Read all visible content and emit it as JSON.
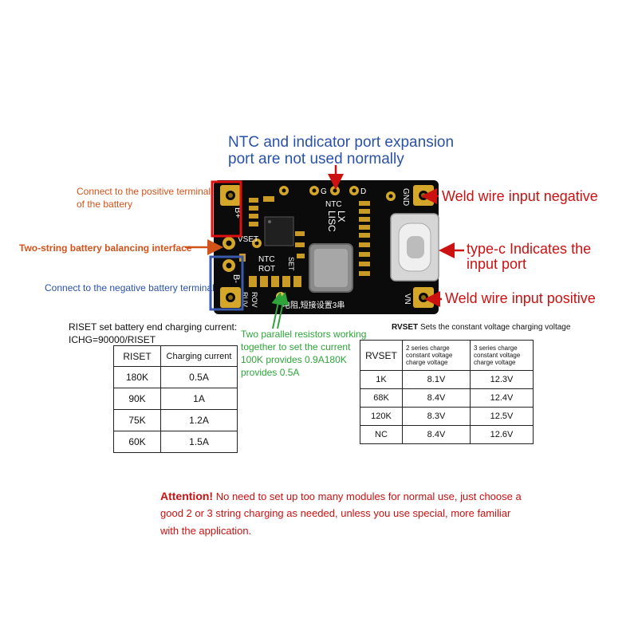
{
  "colors": {
    "board": "#0b0b0b",
    "pad_gold": "#d4a62a",
    "note_blue": "#2a52a8",
    "note_red": "#cc1111",
    "note_orange": "#d2531a",
    "note_green": "#2ea43a",
    "box_red": "#dd1111",
    "box_blue": "#3a5aa8"
  },
  "labels": {
    "ntc_line1": "NTC and indicator port expansion",
    "ntc_line2": "port are not used normally",
    "pos_line1": "Connect to the positive terminal",
    "pos_line2": "of the battery",
    "balance": "Two-string battery balancing interface",
    "neg": "Connect to the negative battery terminal",
    "weld_neg": "Weld wire input negative",
    "typec_line1": "type-c Indicates the",
    "typec_line2": "input port",
    "weld_pos": "Weld wire input positive"
  },
  "board": {
    "b_plus": "B+",
    "b_minus": "B-",
    "vset": "VSET",
    "ntc_top": "NTC",
    "g": "G",
    "d": "D",
    "gnd": "GND",
    "lx": "LX",
    "lisc": "LISC",
    "ntc_mid": "NTC",
    "rot": "ROT",
    "set": "SET",
    "ruv": "RUV",
    "rov": "ROV",
    "vn": "VN",
    "cn_text": "电阻,短接设置3串"
  },
  "riset": {
    "title1": "RISET set battery end charging current:",
    "title2": "ICHG=90000/RISET",
    "headers": [
      "RISET",
      "Charging current"
    ],
    "rows": [
      [
        "180K",
        "0.5A"
      ],
      [
        "90K",
        "1A"
      ],
      [
        "75K",
        "1.2A"
      ],
      [
        "60K",
        "1.5A"
      ]
    ]
  },
  "parallel": {
    "line1": "Two parallel resistors working",
    "line2": "together to set the current",
    "line3": "100K provides 0.9A180K",
    "line4": "provides 0.5A"
  },
  "rvset": {
    "title_bold": "RVSET",
    "title_rest": "Sets the constant voltage charging voltage",
    "headers": [
      "RVSET",
      "2 series charge constant voltage charge voltage",
      "3 series charge constant voltage charge voltage"
    ],
    "rows": [
      [
        "1K",
        "8.1V",
        "12.3V"
      ],
      [
        "68K",
        "8.4V",
        "12.4V"
      ],
      [
        "120K",
        "8.3V",
        "12.5V"
      ],
      [
        "NC",
        "8.4V",
        "12.6V"
      ]
    ]
  },
  "attention": {
    "label": "Attention!",
    "line1": "No need to set up too many modules for normal use, just choose a",
    "line2": "good 2 or 3 string charging as needed, unless you use special, more familiar",
    "line3": "with the application."
  }
}
